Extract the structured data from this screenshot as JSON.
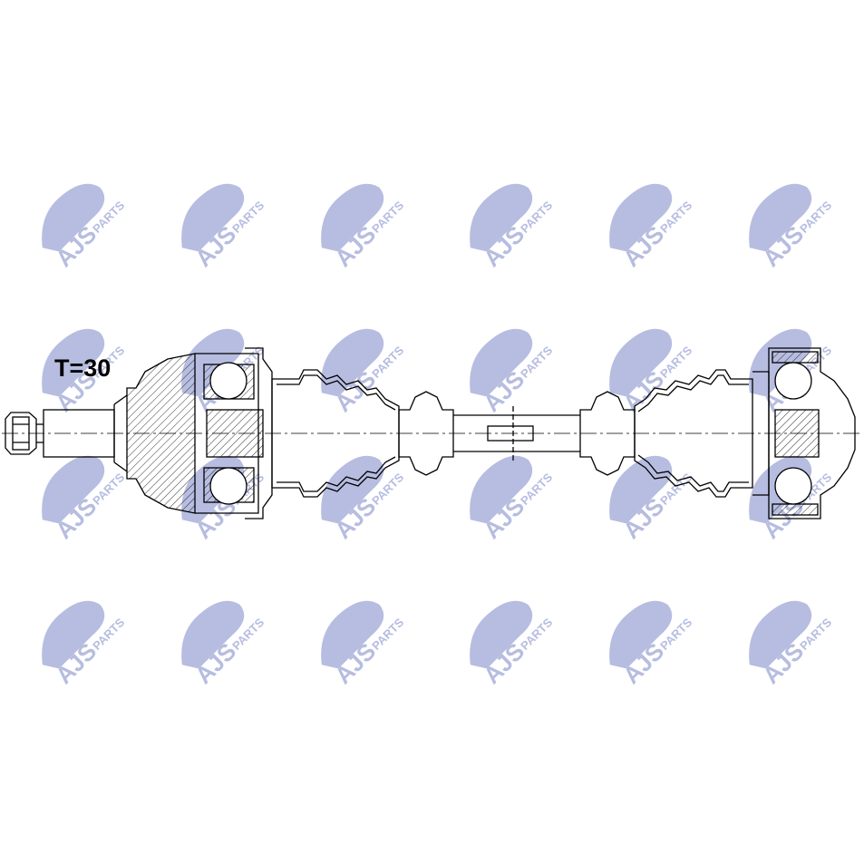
{
  "watermark": {
    "brand": "AJS",
    "suffix": "PARTS",
    "color": "#b7bde0"
  },
  "drawing": {
    "spec_label": "T=30",
    "line_color": "#000000"
  }
}
